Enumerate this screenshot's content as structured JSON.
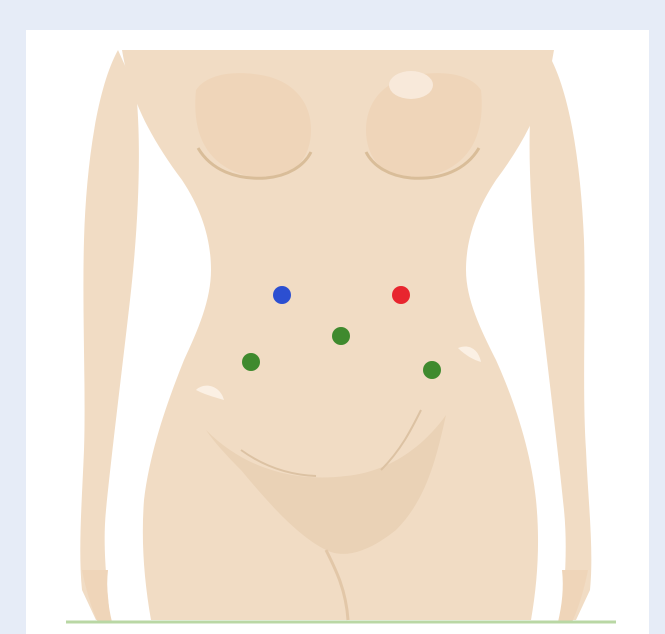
{
  "figure": {
    "background": "#e6ecf7",
    "panel_background": "#ffffff",
    "skin_color": "#f1dcc4",
    "skin_shadow": "#e7cdb1",
    "ground_line_color": "#b9d7a4"
  },
  "markers": [
    {
      "id": "upper-left-port",
      "color": "#2c4fd1"
    },
    {
      "id": "upper-right-port",
      "color": "#e8252e"
    },
    {
      "id": "umbilical-port",
      "color": "#3f8a2e"
    },
    {
      "id": "lower-left-port",
      "color": "#3f8a2e"
    },
    {
      "id": "lower-right-port",
      "color": "#3f8a2e"
    }
  ]
}
